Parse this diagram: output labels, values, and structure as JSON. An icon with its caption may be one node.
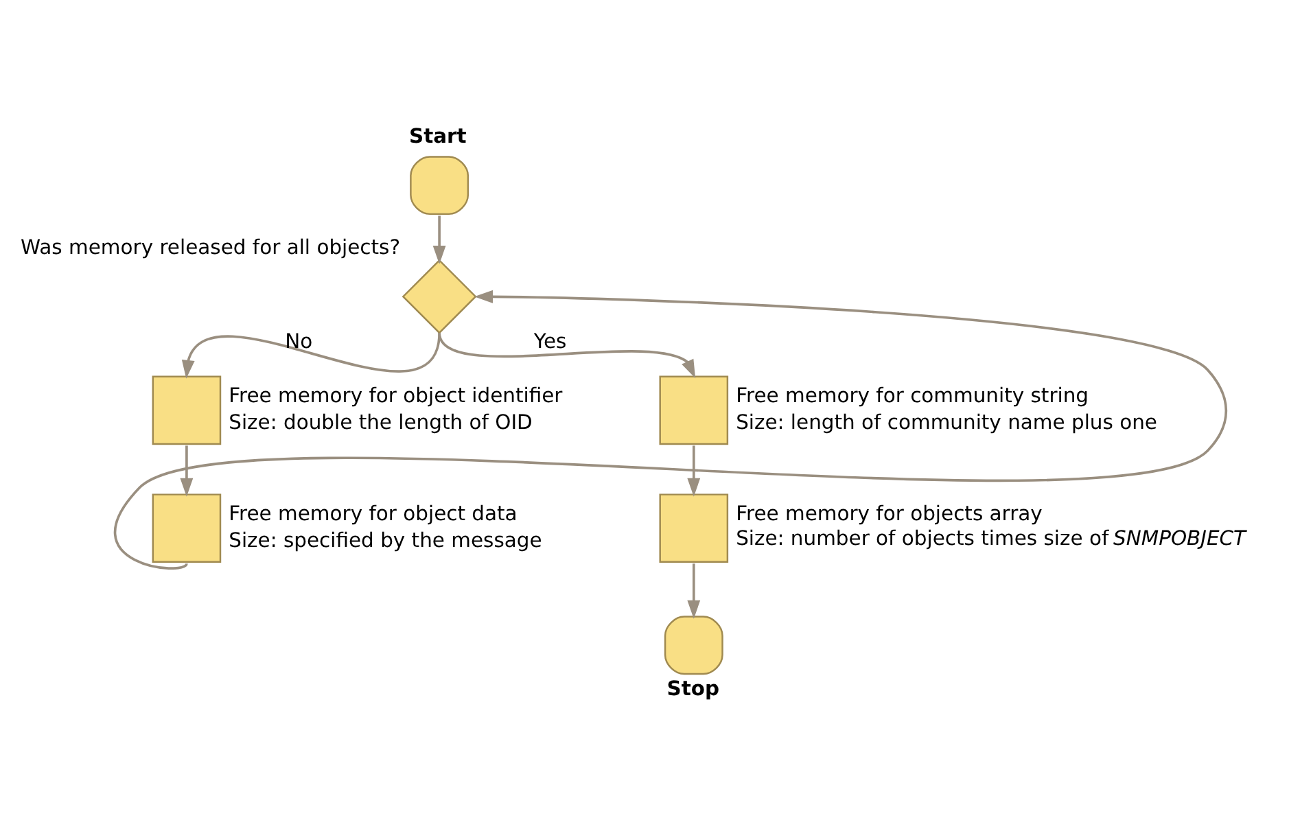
{
  "diagram": {
    "nodes": [
      {
        "text": [
          "Start"
        ]
      },
      {
        "text": [
          "Was memory released for all objects?"
        ]
      },
      {
        "text": [
          "Free memory for object identifier",
          "Size: double the length of OID"
        ]
      },
      {
        "text": [
          "Free memory for object data",
          "Size: specified by the message"
        ]
      },
      {
        "text": [
          "Free memory for community string",
          "Size: length of community name plus one"
        ]
      },
      {
        "text": [
          "Free memory for objects array",
          "Size: number of objects times size of *SNMPOBJECT*"
        ]
      },
      {
        "text": [
          "Stop"
        ]
      }
    ],
    "edges": [
      {
        "from": 0,
        "to": 1,
        "arrow": "to"
      },
      {
        "from": 1,
        "to": 2,
        "arrow": "to",
        "label": "No"
      },
      {
        "from": 2,
        "to": 3,
        "arrow": "to"
      },
      {
        "from": 3,
        "to": 1,
        "arrow": "to"
      },
      {
        "from": 1,
        "to": 4,
        "arrow": "to",
        "label": "Yes"
      },
      {
        "from": 4,
        "to": 5,
        "arrow": "to"
      },
      {
        "from": 5,
        "to": 6,
        "arrow": "to"
      }
    ]
  }
}
